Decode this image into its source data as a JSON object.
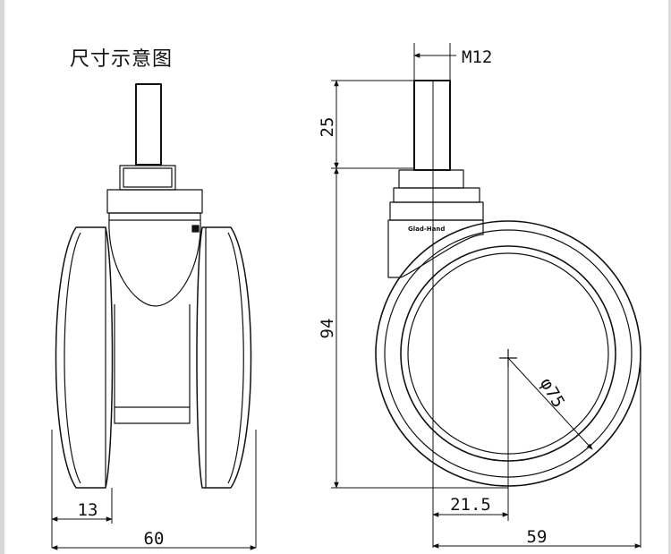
{
  "title": "尺寸示意图",
  "brand_text": "Glad-Hand",
  "dimensions": {
    "thread": "M12",
    "stem_height": "25",
    "body_height": "94",
    "wheel_diameter": "φ75",
    "offset": "21.5",
    "total_width_side": "59",
    "total_width_front": "60",
    "tread_width": "13"
  }
}
